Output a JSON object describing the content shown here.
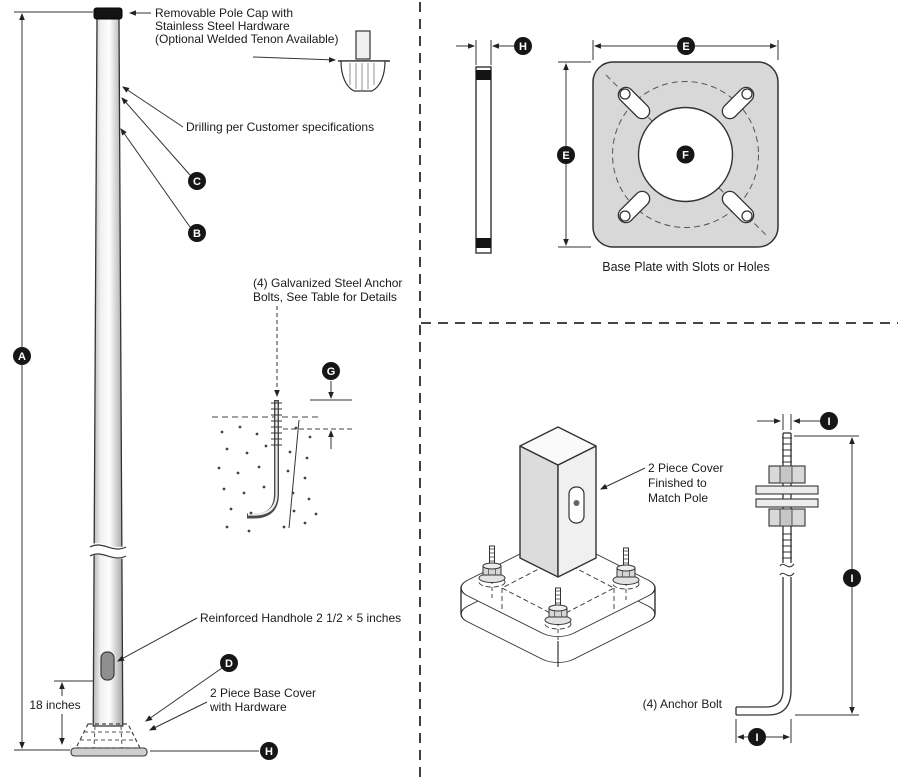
{
  "diagram": {
    "left": {
      "cap_note": [
        "Removable Pole Cap with",
        "Stainless Steel Hardware",
        "(Optional Welded Tenon Available)"
      ],
      "drilling_note": "Drilling per Customer specifications",
      "anchor_note": [
        "(4) Galvanized Steel Anchor",
        "Bolts, See Table for Details"
      ],
      "handhole_note": "Reinforced Handhole 2 1/2 × 5 inches",
      "base_cover_note": [
        "2 Piece Base Cover",
        "with Hardware"
      ],
      "height_dim": "18 inches"
    },
    "top_right": {
      "caption": "Base Plate with Slots or Holes"
    },
    "bottom_right": {
      "cover_note": [
        "2 Piece Cover",
        "Finished to",
        "Match Pole"
      ],
      "bolt_label": "(4) Anchor Bolt"
    },
    "markers": {
      "A": "A",
      "B": "B",
      "C": "C",
      "D": "D",
      "E": "E",
      "F": "F",
      "G": "G",
      "H": "H",
      "I": "I"
    },
    "colors": {
      "line": "#2b2b2b",
      "metal_light": "#ececec",
      "plate_gray": "#d8d8d8",
      "cap_black": "#111111"
    }
  }
}
